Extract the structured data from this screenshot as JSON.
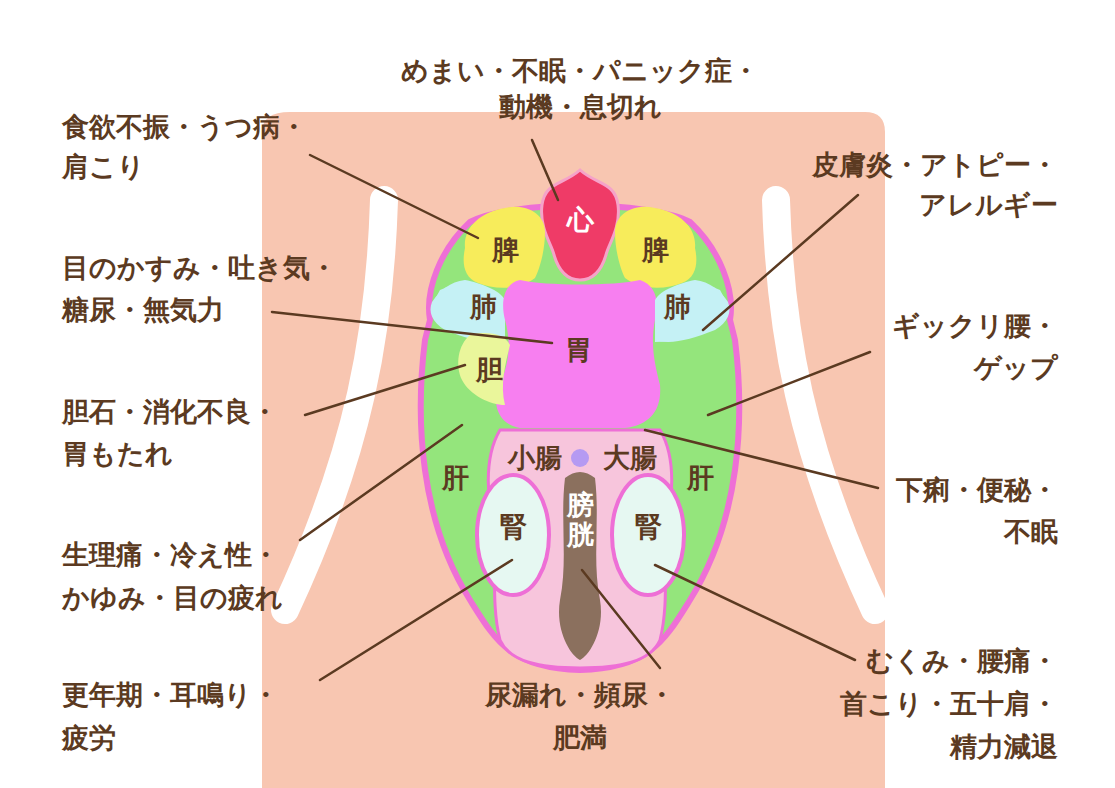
{
  "diagram": {
    "nodes": [
      {
        "text": [
          "心"
        ]
      },
      {
        "text": [
          "脾"
        ]
      },
      {
        "text": [
          "脾"
        ]
      },
      {
        "text": [
          "肺"
        ]
      },
      {
        "text": [
          "胃"
        ]
      },
      {
        "text": [
          "肺"
        ]
      },
      {
        "text": [
          "胆"
        ]
      },
      {
        "text": [
          "肝"
        ]
      },
      {
        "text": [
          "小腸",
          "大腸"
        ]
      },
      {
        "text": [
          "肝"
        ]
      },
      {
        "text": [
          "腎"
        ]
      },
      {
        "text": [
          "膀胱"
        ]
      },
      {
        "text": [
          "腎"
        ]
      }
    ],
    "labels": [
      "めまい・不眠・パニック症・ 動機・息切れ",
      "食欲不振・うつ病・ 肩こり",
      "皮膚炎・アトピー・ アレルギー",
      "目のかすみ・吐き気・ 糖尿・無気力",
      "ギックリ腰・ ゲップ",
      "胆石・消化不良・ 胃もたれ",
      "下痢・便秘・ 不眠",
      "生理痛・冷え性・ かゆみ・目の疲れ",
      "更年期・耳鳴り・ 疲労",
      "尿漏れ・頻尿・ 肥満",
      "むくみ・腰痛・ 首こり・五十肩・ 精力減退"
    ]
  }
}
